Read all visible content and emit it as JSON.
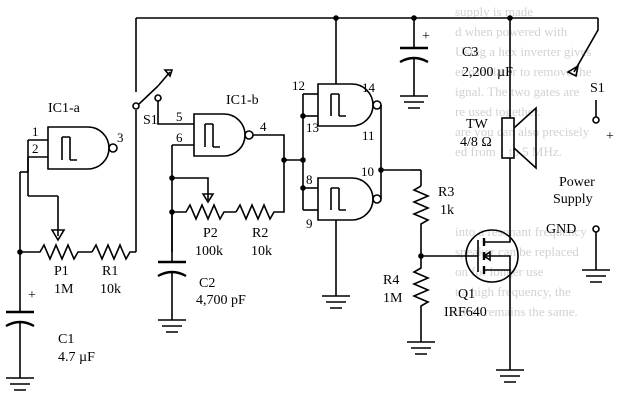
{
  "labels": {
    "ic1a": "IC1-a",
    "ic1b": "IC1-b",
    "s1_left": "S1",
    "s1_right": "S1",
    "plus_c1": "+",
    "plus_c3": "+",
    "plus_supply": "+",
    "c1_name": "C1",
    "c1_value": "4.7 µF",
    "c2_name": "C2",
    "c2_value": "4,700 pF",
    "c3_name": "C3",
    "c3_value": "2,200 µF",
    "p1_name": "P1",
    "p1_value": "1M",
    "r1_name": "R1",
    "r1_value": "10k",
    "p2_name": "P2",
    "p2_value": "100k",
    "r2_name": "R2",
    "r2_value": "10k",
    "r3_name": "R3",
    "r3_value": "1k",
    "r4_name": "R4",
    "r4_value": "1M",
    "q1_name": "Q1",
    "q1_value": "IRF640",
    "tw_name": "TW",
    "tw_value": "4/8 Ω",
    "power_supply_line1": "Power",
    "power_supply_line2": "Supply",
    "gnd": "GND"
  },
  "pins": {
    "p1": "1",
    "p2": "2",
    "p3": "3",
    "p4": "4",
    "p5": "5",
    "p6": "6",
    "p8": "8",
    "p9": "9",
    "p10": "10",
    "p11": "11",
    "p12": "12",
    "p13": "13",
    "p14": "14"
  },
  "background_text": [
    "supply is made",
    "d when powered with",
    "Using a hex inverter gives",
    "er oscillator to remove the",
    "ignal. The two gates are",
    "re used together.",
    "are you can also precisely",
    "ed from 1 to 5 MHz.",
    "into a resonant frequency",
    "speaker can be replaced",
    "on for longer use",
    "t a high frequency, the",
    "ower remains the same."
  ]
}
